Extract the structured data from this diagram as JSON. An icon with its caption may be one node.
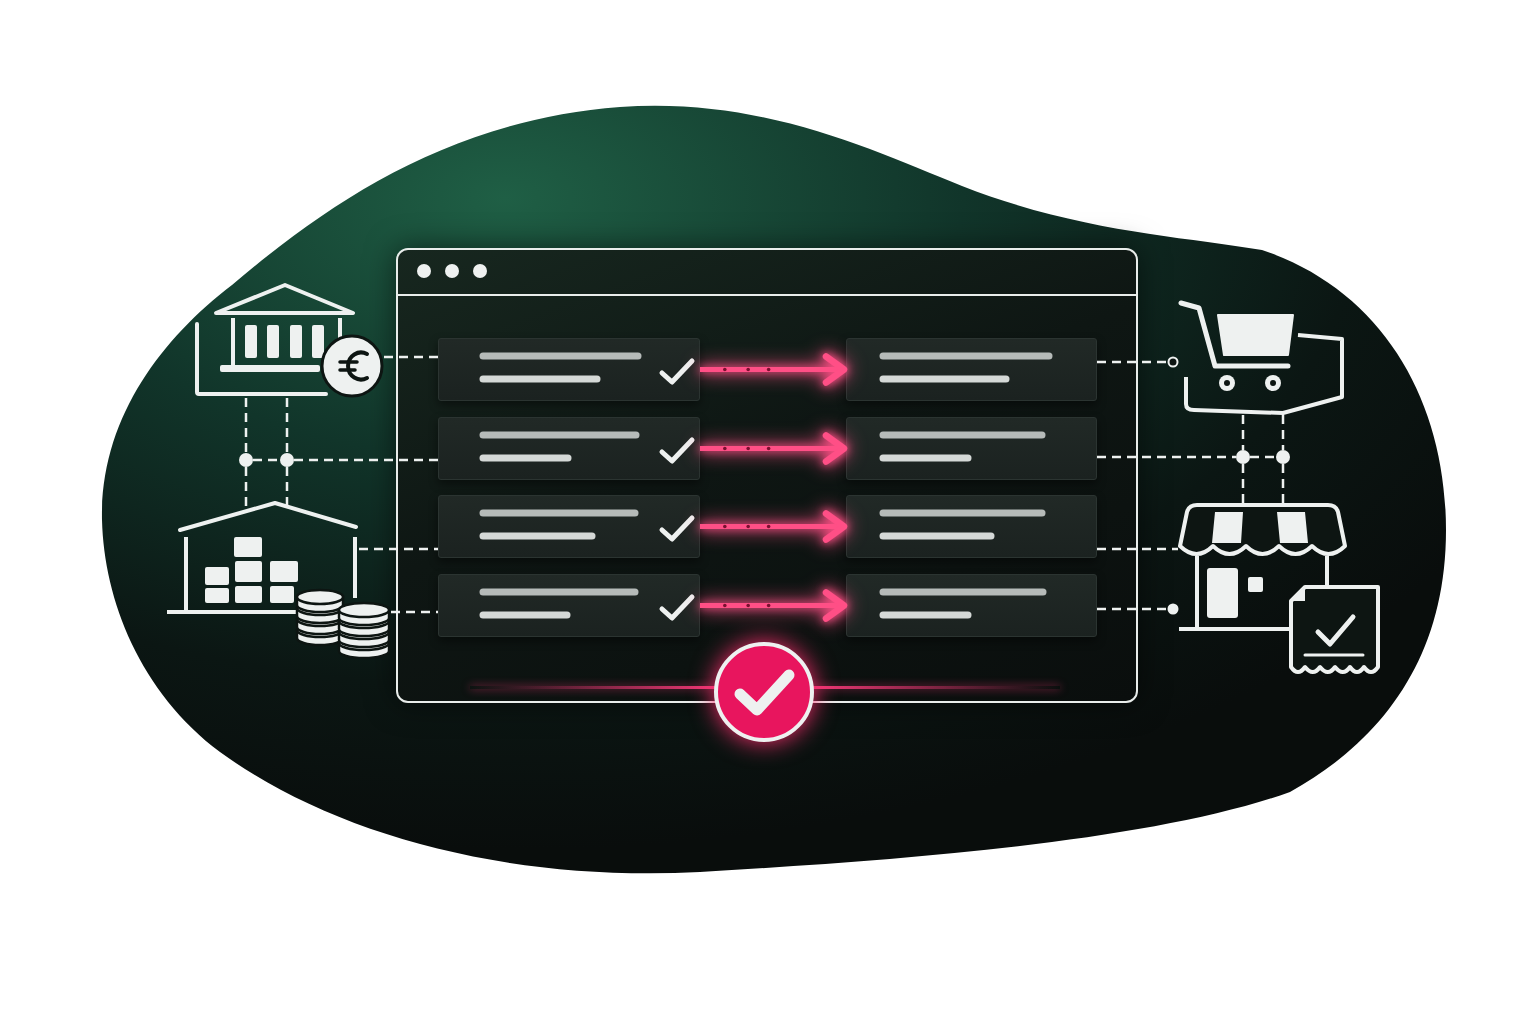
{
  "diagram": {
    "nodes": [
      {
        "text": [],
        "shape": "picture"
      },
      {
        "text": [],
        "shape": "circle"
      },
      {
        "text": [],
        "shape": "circle"
      },
      {
        "text": [],
        "shape": "picture"
      },
      {
        "text": [],
        "shape": "picture"
      },
      {
        "text": [],
        "shape": "box"
      },
      {
        "text": [],
        "shape": "box",
        "in": 5
      },
      {
        "text": [],
        "shape": "box",
        "in": 5
      },
      {
        "text": [],
        "shape": "box",
        "in": 5
      },
      {
        "text": [],
        "shape": "box",
        "in": 5
      },
      {
        "text": [],
        "shape": "box",
        "in": 5
      },
      {
        "text": [],
        "shape": "box",
        "in": 5
      },
      {
        "text": [],
        "shape": "box",
        "in": 5
      },
      {
        "text": [],
        "shape": "box",
        "in": 5
      },
      {
        "text": [],
        "shape": "picture"
      },
      {
        "text": [],
        "shape": "circle"
      },
      {
        "text": [],
        "shape": "circle"
      },
      {
        "text": [],
        "shape": "picture"
      }
    ],
    "edges": [
      {
        "from": 0,
        "to": 6,
        "arrow": "none",
        "style": "dashed"
      },
      {
        "from": 0,
        "to": 1,
        "arrow": "none",
        "style": "dashed"
      },
      {
        "from": 0,
        "to": 2,
        "arrow": "none",
        "style": "dashed"
      },
      {
        "from": 1,
        "to": 2,
        "arrow": "none",
        "style": "dashed"
      },
      {
        "from": 2,
        "to": 8,
        "arrow": "none",
        "style": "dashed"
      },
      {
        "from": 1,
        "to": 3,
        "arrow": "none",
        "style": "dashed"
      },
      {
        "from": 2,
        "to": 3,
        "arrow": "none",
        "style": "dashed"
      },
      {
        "from": 3,
        "to": 10,
        "arrow": "none",
        "style": "dashed"
      },
      {
        "from": 4,
        "to": 12,
        "arrow": "none",
        "style": "dashed"
      },
      {
        "from": 6,
        "to": 7,
        "arrow": "to",
        "style": "thick",
        "color": "#ff4f86"
      },
      {
        "from": 8,
        "to": 9,
        "arrow": "to",
        "style": "thick",
        "color": "#ff4f86"
      },
      {
        "from": 10,
        "to": 11,
        "arrow": "to",
        "style": "thick",
        "color": "#ff4f86"
      },
      {
        "from": 12,
        "to": 13,
        "arrow": "to",
        "style": "thick",
        "color": "#ff4f86"
      },
      {
        "from": 7,
        "to": 14,
        "arrow": "other",
        "style": "dashed"
      },
      {
        "from": 9,
        "to": 15,
        "arrow": "none",
        "style": "dashed"
      },
      {
        "from": 15,
        "to": 16,
        "arrow": "none",
        "style": "dashed"
      },
      {
        "from": 14,
        "to": 15,
        "arrow": "none",
        "style": "dashed"
      },
      {
        "from": 14,
        "to": 16,
        "arrow": "none",
        "style": "dashed"
      },
      {
        "from": 15,
        "to": 17,
        "arrow": "none",
        "style": "dashed"
      },
      {
        "from": 16,
        "to": 17,
        "arrow": "none",
        "style": "dashed"
      },
      {
        "from": 11,
        "to": 17,
        "arrow": "none",
        "style": "dashed"
      },
      {
        "from": 13,
        "to": 17,
        "arrow": "other",
        "style": "dashed"
      }
    ]
  }
}
